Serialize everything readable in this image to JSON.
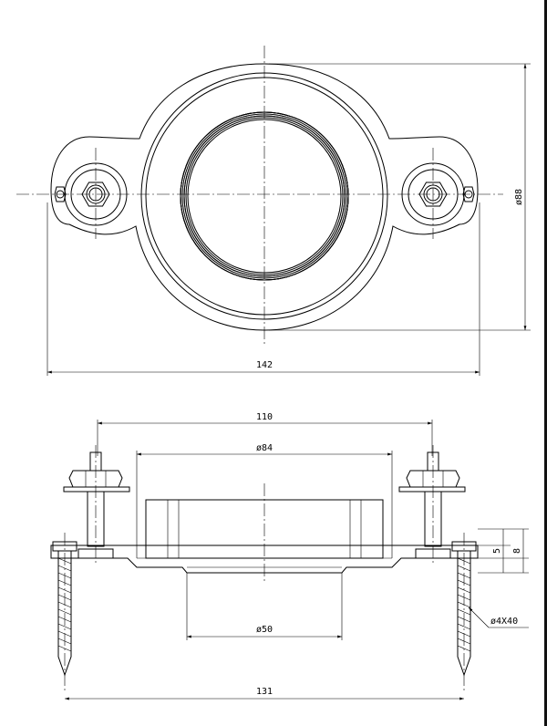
{
  "dimensions": {
    "top_width": "142",
    "top_height": "ø88",
    "bolt_spacing": "110",
    "outer_diameter": "ø84",
    "inner_diameter": "ø50",
    "base_width": "131",
    "flange_thickness": "5",
    "total_height": "8",
    "screw_spec": "ø4X40"
  }
}
